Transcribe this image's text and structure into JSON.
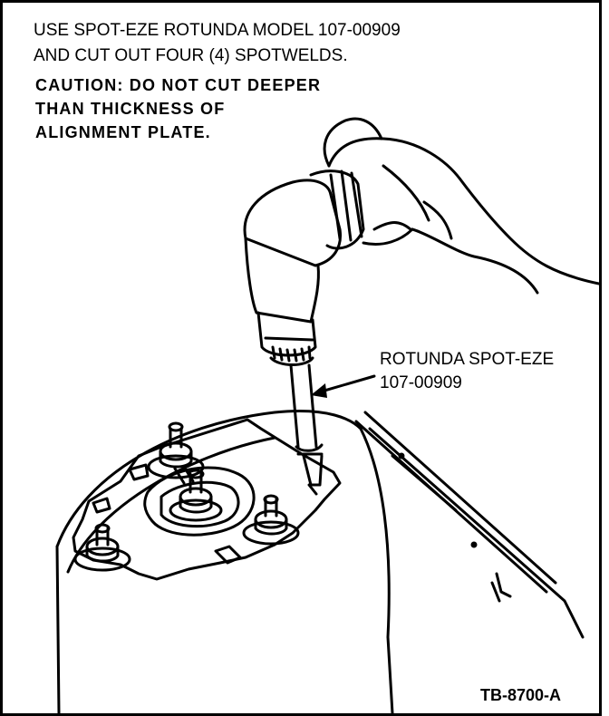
{
  "instructions": {
    "line1": "USE SPOT-EZE ROTUNDA MODEL 107-00909",
    "line2": "AND CUT OUT FOUR (4) SPOTWELDS."
  },
  "caution": {
    "line1": "CAUTION: DO NOT CUT DEEPER",
    "line2": "THAN THICKNESS OF",
    "line3": "ALIGNMENT PLATE."
  },
  "callout": {
    "line1": "ROTUNDA SPOT-EZE",
    "line2": "107-00909"
  },
  "figure_code": "TB-8700-A"
}
